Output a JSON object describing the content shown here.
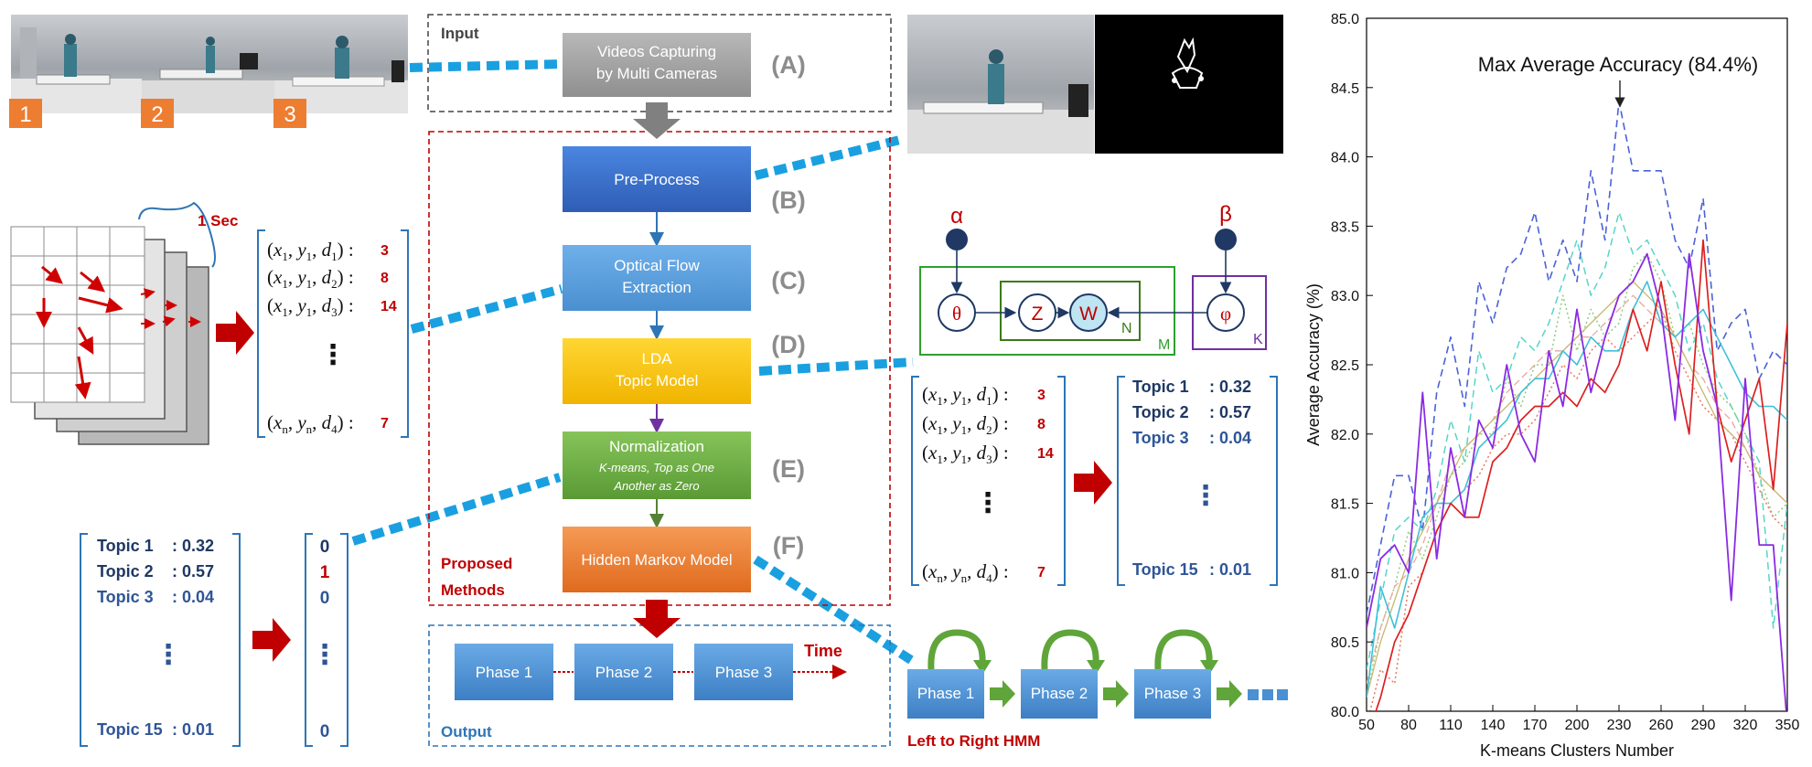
{
  "input_block": {
    "title": "Input",
    "capture_label_line1": "Videos Capturing",
    "capture_label_line2": "by Multi Cameras",
    "camera_tags": [
      "1",
      "2",
      "3"
    ]
  },
  "pipeline": {
    "steps": [
      {
        "letter": "(A)",
        "line1": "Videos Capturing",
        "line2": "by Multi Cameras"
      },
      {
        "letter": "(B)",
        "line1": "Pre-Process"
      },
      {
        "letter": "(C)",
        "line1": "Optical Flow",
        "line2": "Extraction"
      },
      {
        "letter": "(D)",
        "line1": "LDA",
        "line2": "Topic Model"
      },
      {
        "letter": "(E)",
        "line1": "Normalization",
        "sub1": "K-means, Top as One",
        "sub2": "Another as Zero"
      },
      {
        "letter": "(F)",
        "line1": "Hidden Markov Model"
      }
    ],
    "proposed_label_line1": "Proposed",
    "proposed_label_line2": "Methods"
  },
  "output_block": {
    "title": "Output",
    "phases": [
      "Phase 1",
      "Phase 2",
      "Phase 3"
    ],
    "time_label": "Time"
  },
  "flow_grid": {
    "duration_label": "1 Sec"
  },
  "word_vector": {
    "rows": [
      {
        "x": "x",
        "xs": "1",
        "y": "y",
        "ys": "1",
        "d": "d",
        "ds": "1",
        "count": "3"
      },
      {
        "x": "x",
        "xs": "1",
        "y": "y",
        "ys": "1",
        "d": "d",
        "ds": "2",
        "count": "8"
      },
      {
        "x": "x",
        "xs": "1",
        "y": "y",
        "ys": "1",
        "d": "d",
        "ds": "3",
        "count": "14"
      },
      {
        "x": "x",
        "xs": "n",
        "y": "y",
        "ys": "n",
        "d": "d",
        "ds": "4",
        "count": "7"
      }
    ],
    "ellipsis": "⋮"
  },
  "topic_vector": {
    "rows": [
      {
        "label": "Topic 1",
        "value": ": 0.32"
      },
      {
        "label": "Topic 2",
        "value": ": 0.57"
      },
      {
        "label": "Topic 3",
        "value": ": 0.04"
      },
      {
        "label": "Topic 15",
        "value": ": 0.01"
      }
    ],
    "ellipsis": "⋮"
  },
  "binary_vector": {
    "values": [
      "0",
      "1",
      "0",
      "0"
    ],
    "ellipsis": "⋮"
  },
  "lda_model": {
    "alpha": "α",
    "beta": "β",
    "theta": "θ",
    "z": "Z",
    "w": "W",
    "phi": "φ",
    "plate_n": "N",
    "plate_m": "M",
    "plate_k": "K"
  },
  "hmm": {
    "phases": [
      "Phase 1",
      "Phase 2",
      "Phase 3"
    ],
    "label": "Left to Right HMM"
  },
  "colors": {
    "pipeline_border": "#c00000",
    "input_border": "#444444",
    "output_border": "#2e75b6",
    "dotted_link": "#1aa0e0",
    "step_a": "#a6a6a6",
    "step_b": "#3b6fc5",
    "step_c": "#5b9bd5",
    "step_d": "#ffc000",
    "step_e": "#70ad47",
    "step_f": "#ed7d31",
    "phase": "#4a90d2",
    "hmm_arrow": "#5fa53a",
    "navy_text": "#1f3864",
    "red_text": "#c00000"
  },
  "chart_data": {
    "type": "line",
    "title": "",
    "annotation": "Max Average Accuracy (84.4%)",
    "xlabel": "K-means Clusters Number",
    "ylabel": "Average Accuracy (%)",
    "xlim": [
      50,
      350
    ],
    "ylim": [
      80.0,
      85.0
    ],
    "xticks": [
      "50",
      "80",
      "110",
      "140",
      "170",
      "200",
      "230",
      "260",
      "290",
      "320",
      "350"
    ],
    "yticks": [
      "80.0",
      "80.5",
      "81.0",
      "81.5",
      "82.0",
      "82.5",
      "83.0",
      "83.5",
      "84.0",
      "84.5",
      "85.0"
    ],
    "grid": false,
    "x": [
      50,
      60,
      70,
      80,
      90,
      100,
      110,
      120,
      130,
      140,
      150,
      160,
      170,
      180,
      190,
      200,
      210,
      220,
      230,
      240,
      250,
      260,
      270,
      280,
      290,
      300,
      310,
      320,
      330,
      340,
      350
    ],
    "series": [
      {
        "color": "#4a62d8",
        "dash": "8,5",
        "width": 1.6,
        "values": [
          80.7,
          81.2,
          81.7,
          81.7,
          81.3,
          82.3,
          82.7,
          82.2,
          83.1,
          82.8,
          83.2,
          83.3,
          83.6,
          83.1,
          83.4,
          83.1,
          83.9,
          83.4,
          84.4,
          83.9,
          83.9,
          83.9,
          83.4,
          83.2,
          83.7,
          82.6,
          82.8,
          82.9,
          82.4,
          82.6,
          82.5
        ]
      },
      {
        "color": "#56d6c6",
        "dash": "8,5",
        "width": 1.5,
        "values": [
          80.3,
          80.8,
          81.3,
          81.4,
          81.3,
          81.6,
          82.1,
          81.8,
          82.6,
          82.3,
          82.4,
          82.7,
          82.6,
          82.8,
          83.1,
          83.4,
          83.0,
          83.2,
          83.6,
          83.3,
          83.4,
          83.2,
          83.0,
          82.6,
          82.8,
          82.4,
          82.2,
          82.0,
          81.8,
          80.6,
          81.5
        ]
      },
      {
        "color": "#8fcd7a",
        "dash": "2,3",
        "width": 1.5,
        "values": [
          80.1,
          80.6,
          80.9,
          81.3,
          81.1,
          81.4,
          81.7,
          81.8,
          82.0,
          82.0,
          82.4,
          82.2,
          82.5,
          82.5,
          83.0,
          82.6,
          82.9,
          82.7,
          82.8,
          83.2,
          83.3,
          83.1,
          82.7,
          82.8,
          82.5,
          82.3,
          82.2,
          82.0,
          81.7,
          81.4,
          81.5
        ]
      },
      {
        "color": "#e87860",
        "dash": "2,3",
        "width": 1.5,
        "values": [
          79.9,
          80.3,
          80.2,
          80.9,
          81.0,
          81.3,
          81.5,
          81.6,
          81.7,
          81.9,
          82.0,
          82.0,
          82.1,
          82.3,
          82.5,
          82.4,
          82.6,
          82.7,
          82.6,
          82.7,
          82.8,
          82.9,
          82.6,
          82.4,
          82.2,
          82.1,
          82.0,
          81.8,
          81.6,
          81.4,
          81.3
        ]
      },
      {
        "color": "#e8a8a0",
        "dash": "8,4",
        "width": 1.3,
        "values": [
          80.2,
          80.6,
          80.9,
          81.0,
          81.2,
          81.5,
          81.8,
          81.9,
          82.0,
          82.1,
          82.3,
          82.4,
          82.5,
          82.6,
          82.6,
          82.7,
          82.7,
          82.8,
          82.9,
          83.0,
          82.9,
          82.8,
          82.7,
          82.5,
          82.4,
          82.2,
          82.1,
          81.9,
          81.7,
          81.6,
          81.5
        ]
      },
      {
        "color": "#c8b870",
        "dash": "",
        "width": 1.3,
        "values": [
          80.1,
          80.5,
          80.8,
          81.1,
          81.3,
          81.5,
          81.7,
          81.9,
          82.0,
          82.1,
          82.2,
          82.3,
          82.4,
          82.5,
          82.6,
          82.7,
          82.8,
          82.9,
          83.0,
          83.1,
          83.0,
          82.9,
          82.7,
          82.5,
          82.3,
          82.1,
          82.0,
          81.9,
          81.7,
          81.6,
          81.5
        ]
      },
      {
        "color": "#40c0d8",
        "dash": "",
        "width": 1.6,
        "values": [
          80.1,
          80.9,
          80.6,
          81.0,
          81.4,
          81.5,
          81.5,
          81.6,
          81.9,
          82.0,
          82.1,
          82.3,
          82.4,
          82.4,
          82.6,
          82.5,
          82.7,
          82.6,
          82.6,
          82.9,
          83.1,
          82.8,
          82.7,
          82.8,
          82.9,
          82.7,
          82.5,
          82.3,
          82.2,
          82.2,
          82.1
        ]
      },
      {
        "color": "#dd1f1f",
        "dash": "",
        "width": 1.7,
        "values": [
          79.8,
          80.1,
          80.5,
          80.7,
          81.0,
          81.3,
          81.5,
          81.4,
          81.4,
          81.8,
          81.9,
          82.1,
          82.2,
          82.2,
          82.3,
          82.2,
          82.4,
          82.3,
          82.5,
          82.9,
          82.6,
          83.1,
          82.5,
          82.0,
          83.4,
          82.2,
          81.8,
          82.1,
          82.4,
          81.6,
          82.8
        ]
      },
      {
        "color": "#8a2be2",
        "dash": "",
        "width": 1.8,
        "values": [
          80.6,
          81.1,
          81.2,
          81.0,
          82.3,
          81.1,
          81.9,
          81.4,
          82.1,
          81.9,
          82.5,
          82.0,
          81.8,
          82.6,
          82.2,
          82.9,
          82.3,
          82.7,
          83.0,
          83.1,
          83.3,
          82.9,
          82.1,
          83.3,
          82.6,
          82.2,
          80.8,
          82.4,
          81.2,
          81.2,
          79.9
        ]
      }
    ]
  }
}
